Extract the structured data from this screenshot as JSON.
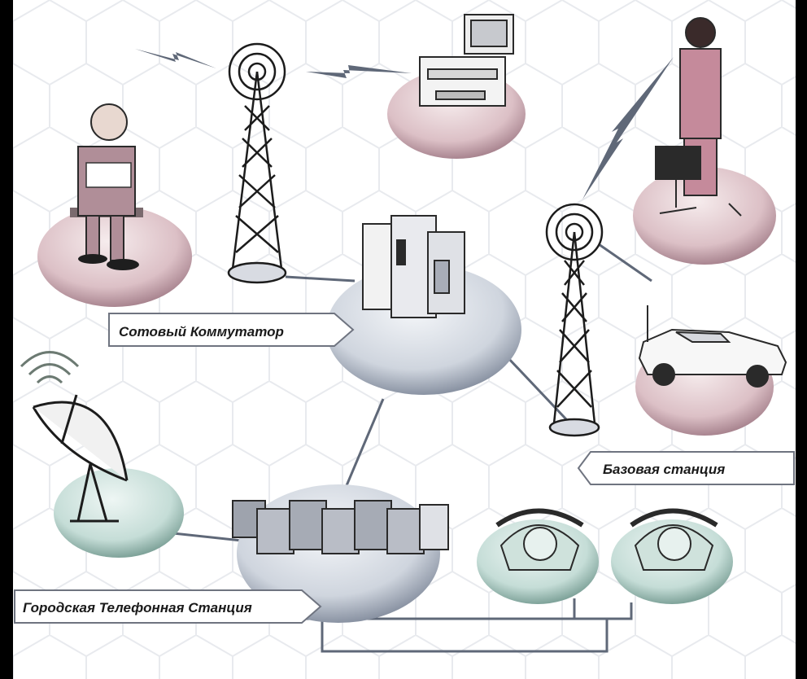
{
  "labels": {
    "switch": "Сотовый Коммутатор",
    "base_station": "Базовая станция",
    "city_exchange": "Городская Телефонная Станция"
  },
  "colors": {
    "background": "#ffffff",
    "border": "#000000",
    "pink_disc": "#e6cfd3",
    "grey_disc": "#d9dde4",
    "green_disc": "#d3e4e0",
    "line": "#5f6878"
  }
}
